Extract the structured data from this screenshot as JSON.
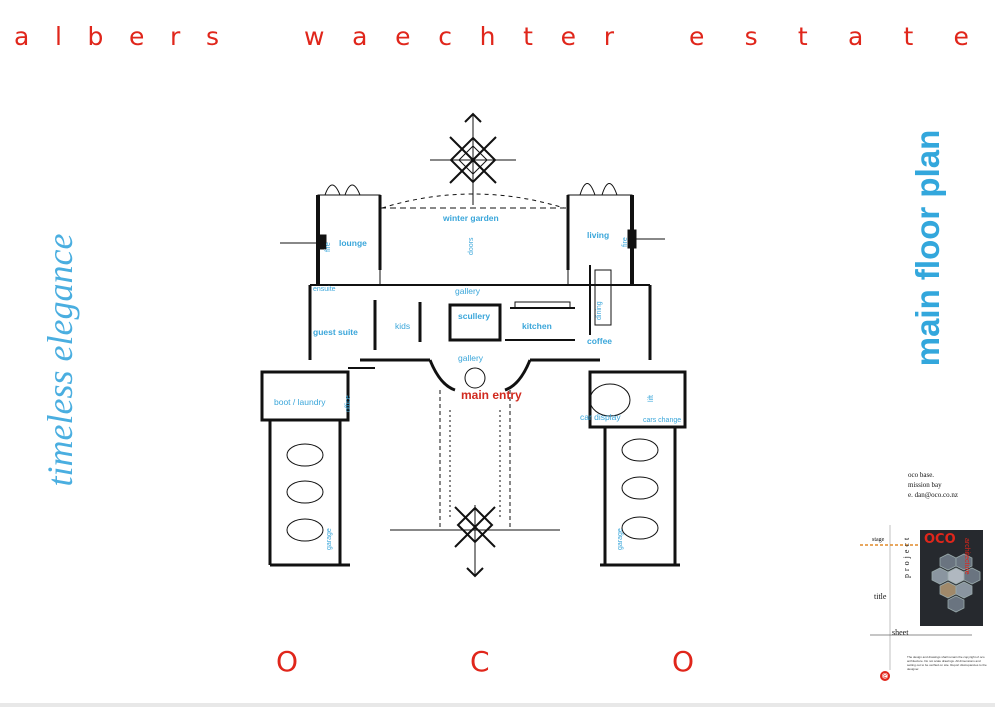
{
  "title": {
    "word1": "albers",
    "word2": "waechter",
    "word3": "estate"
  },
  "tagline": "timeless elegance",
  "sheet_title": "main floor plan",
  "rooms": {
    "winter_garden": "winter garden",
    "lounge": "lounge",
    "living": "living",
    "fire_left": "fire",
    "fire_right": "fire",
    "gallery_top": "gallery",
    "gallery_mid": "gallery",
    "ensuite": "ensuite",
    "guest_suite": "guest suite",
    "kids": "kids",
    "scullery": "scullery",
    "kitchen": "kitchen",
    "dining": "dining",
    "coffee": "coffee",
    "boot_laundry": "boot / laundry",
    "office": "office",
    "car_display": "car display",
    "lift": "lift",
    "cars_change": "cars change",
    "garage_left": "garage",
    "garage_right": "garage",
    "doors": "doors"
  },
  "main_entry": "main entry",
  "oco": [
    "O",
    "C",
    "O"
  ],
  "contact": {
    "line1": "oco base.",
    "line2": "mission bay",
    "line3": "e.  dan@oco.co.nz"
  },
  "title_block": {
    "stage": "stage",
    "project": "project",
    "title": "title",
    "sheet": "sheet"
  },
  "logo": {
    "text1": "OCO",
    "text2": "architecture"
  },
  "fine_print": "The design and drawings shall remain the copyright of oco architecture. Do not scale drawings. All dimensions and setting out to be verified on site. Report discrepancies to the designer.",
  "copyright_symbol": "©",
  "colors": {
    "accent_red": "#e0261b",
    "accent_blue": "#3aa6da",
    "ink": "#111111"
  }
}
